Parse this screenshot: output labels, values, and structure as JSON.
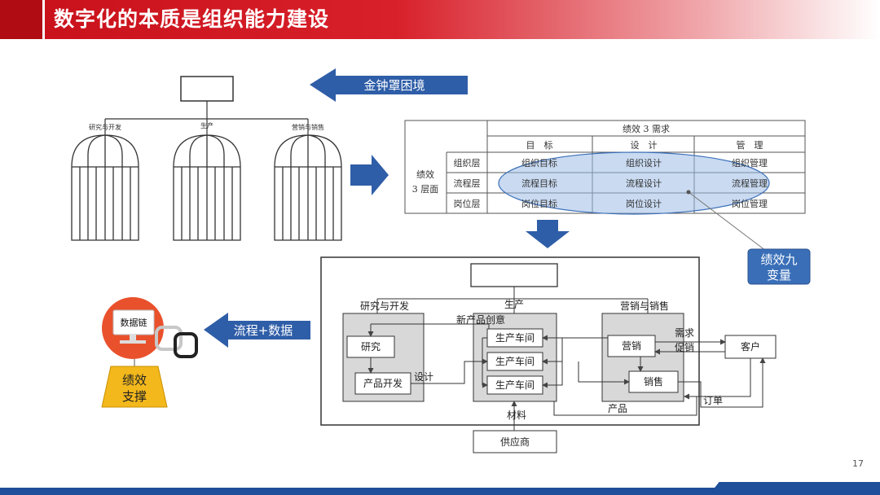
{
  "header": {
    "title": "数字化的本质是组织能力建设"
  },
  "page_number": "17",
  "cages": {
    "labels": [
      "研究与开发",
      "生产",
      "营销与销售"
    ],
    "arrow_label": "金钟罩困境"
  },
  "matrix": {
    "top_header": "绩效 3 需求",
    "col_headers": [
      "目　标",
      "设　计",
      "管　理"
    ],
    "row_group": [
      "绩效",
      "3 层面"
    ],
    "rows": [
      {
        "label": "组织层",
        "cells": [
          "组织目标",
          "组织设计",
          "组织管理"
        ]
      },
      {
        "label": "流程层",
        "cells": [
          "流程目标",
          "流程设计",
          "流程管理"
        ]
      },
      {
        "label": "岗位层",
        "cells": [
          "岗位目标",
          "岗位设计",
          "岗位管理"
        ]
      }
    ],
    "callout": [
      "绩效九",
      "变量"
    ]
  },
  "flow": {
    "groups": [
      "研究与开发",
      "生产",
      "营销与销售"
    ],
    "rd_boxes": [
      "研究",
      "产品开发"
    ],
    "prod_boxes": [
      "生产车间",
      "生产车间",
      "生产车间"
    ],
    "mkt_boxes": [
      "营销",
      "销售"
    ],
    "customer": "客户",
    "supplier": "供应商",
    "labels": {
      "new_idea": "新产品创意",
      "design": "设计",
      "demand": "需求",
      "promo": "促销",
      "order": "订单",
      "product": "产品",
      "material": "材料"
    },
    "arrow_label": "流程+数据"
  },
  "left_panel": {
    "data_chain": "数据链",
    "support": [
      "绩效",
      "支撑"
    ]
  },
  "colors": {
    "title_red": "#c8101a",
    "arrow_blue": "#2f5ea8",
    "callout_bg": "#3a6fb8",
    "ellipse_fill": "#9dbbe6",
    "support_yellow": "#f3b81c",
    "chain_red": "#e9512c"
  }
}
